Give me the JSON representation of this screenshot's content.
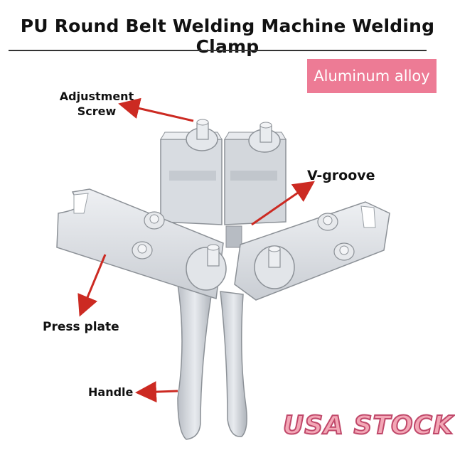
{
  "title": "PU Round Belt Welding Machine Welding Clamp",
  "badge": "Aluminum alloy",
  "labels": {
    "adjustment_line1": "Adjustment",
    "adjustment_line2": "Screw",
    "v_groove": "V-groove",
    "press_plate": "Press plate",
    "handle": "Handle"
  },
  "footer": "USA STOCK",
  "colors": {
    "arrow": "#cc2a22",
    "badge": "#ed7b95",
    "metal": "#dde1e6"
  }
}
